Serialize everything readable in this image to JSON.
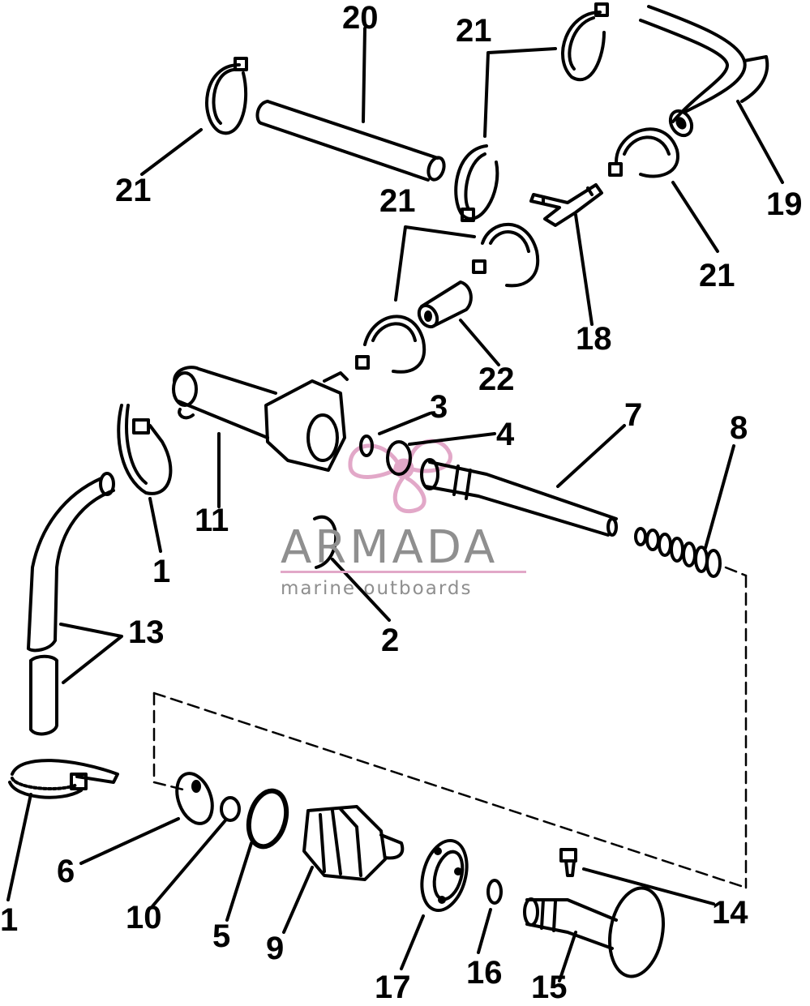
{
  "callouts": {
    "c1a": "1",
    "c1b": "1",
    "c2": "2",
    "c3": "3",
    "c4": "4",
    "c5": "5",
    "c6": "6",
    "c7": "7",
    "c8": "8",
    "c9": "9",
    "c10": "10",
    "c11": "11",
    "c13": "13",
    "c14": "14",
    "c15": "15",
    "c16": "16",
    "c17": "17",
    "c18": "18",
    "c19": "19",
    "c20": "20",
    "c21a": "21",
    "c21b": "21",
    "c21c": "21",
    "c21d": "21",
    "c22": "22"
  },
  "watermark": {
    "brand": "ARMADA",
    "tagline": "marine outboards",
    "logo_color": "#e2a8c8",
    "text_color": "#8f8f8f"
  }
}
